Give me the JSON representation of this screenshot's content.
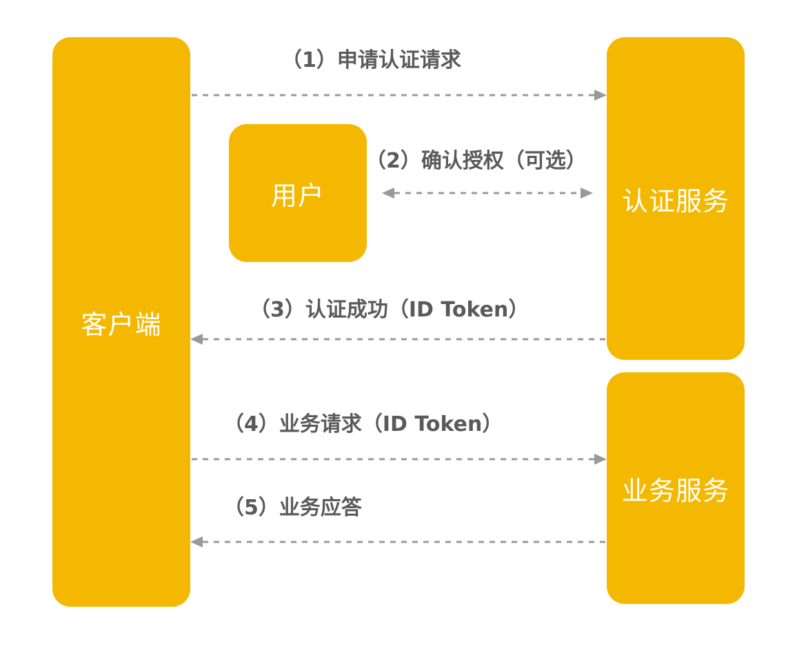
{
  "nodes": {
    "client": "客户端",
    "user": "用户",
    "auth_service": "认证服务",
    "business_service": "业务服务"
  },
  "edges": [
    {
      "label": "（1）申请认证请求",
      "from": "client",
      "to": "auth_service"
    },
    {
      "label": "（2）确认授权（可选）",
      "from": "user",
      "to": "auth_service",
      "bidirectional": true
    },
    {
      "label": "（3）认证成功（ID Token）",
      "from": "auth_service",
      "to": "client"
    },
    {
      "label": "（4）业务请求（ID Token）",
      "from": "client",
      "to": "business_service"
    },
    {
      "label": "（5）业务应答",
      "from": "business_service",
      "to": "client"
    }
  ],
  "colors": {
    "node_fill": "#f5b800",
    "node_text": "#ffffff",
    "edge_label": "#5a5a5a",
    "arrow": "#999999"
  }
}
